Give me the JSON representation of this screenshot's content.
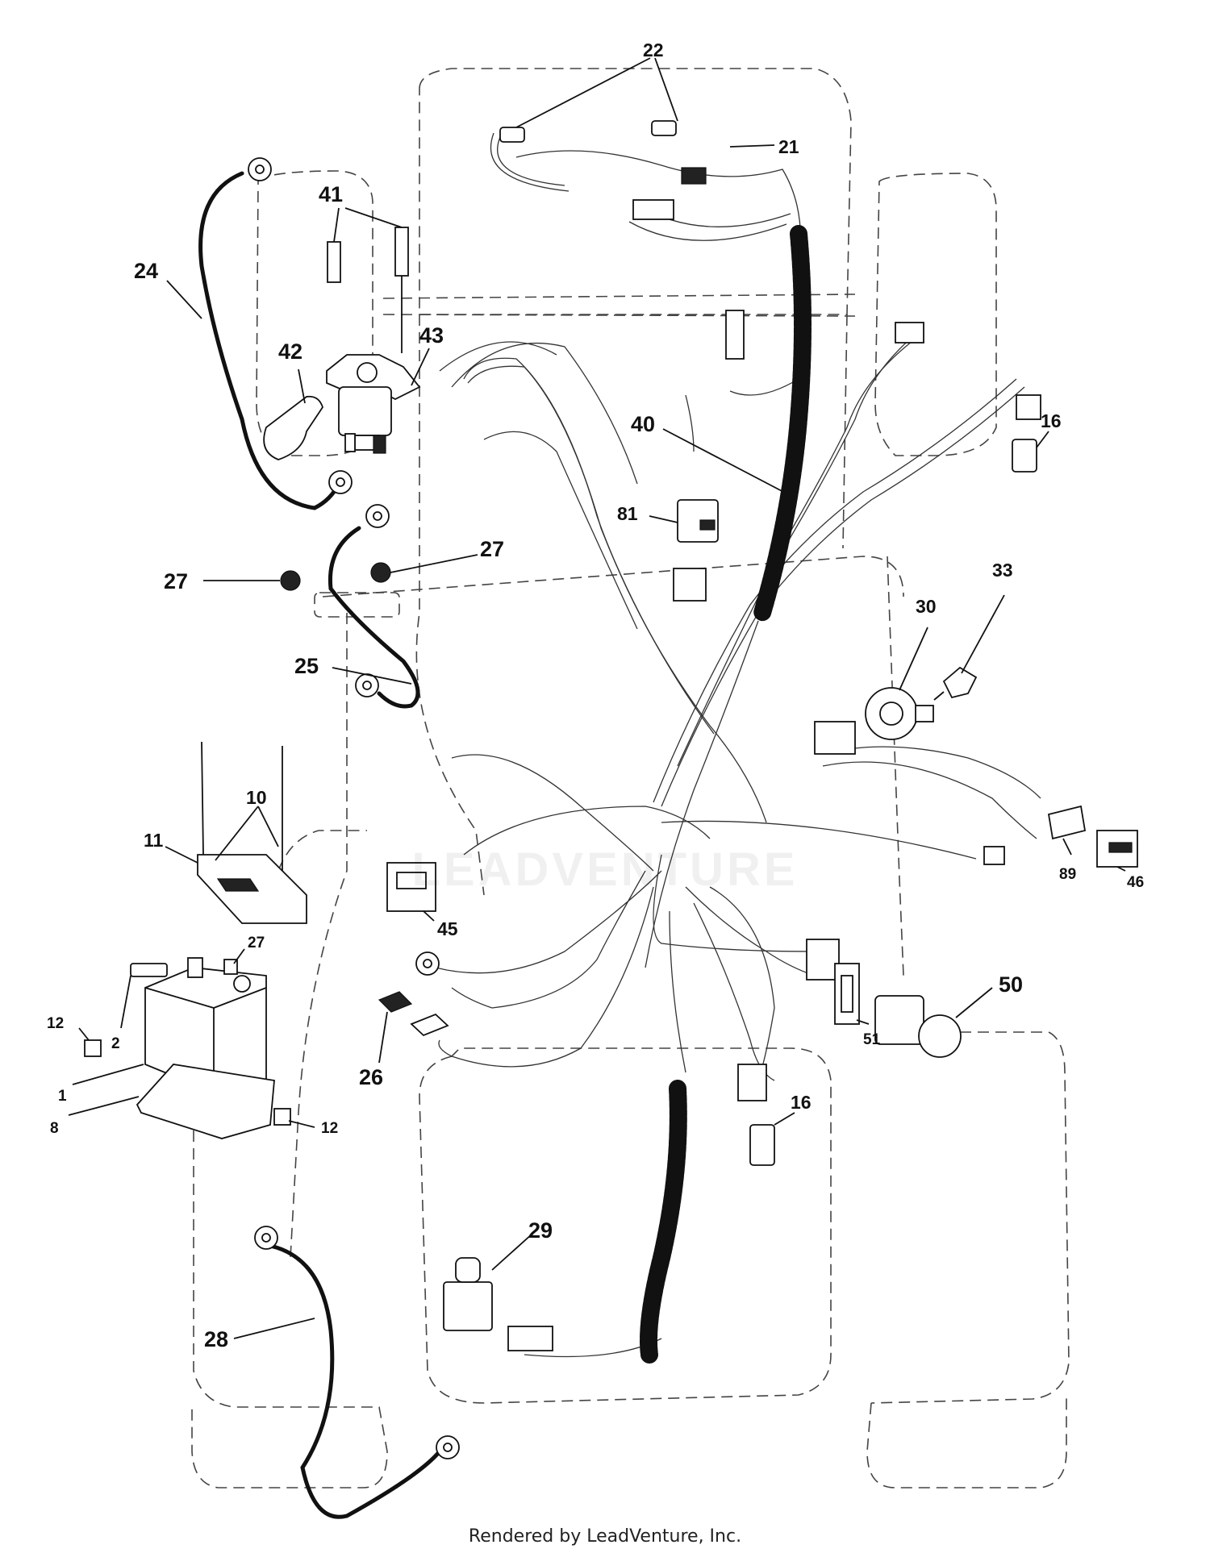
{
  "diagram": {
    "callouts": {
      "c22": "22",
      "c21": "21",
      "c41": "41",
      "c24": "24",
      "c43": "43",
      "c42": "42",
      "c16a": "16",
      "c40": "40",
      "c81": "81",
      "c27a": "27",
      "c27b": "27",
      "c33": "33",
      "c30": "30",
      "c25": "25",
      "c10": "10",
      "c11": "11",
      "c89": "89",
      "c46": "46",
      "c45": "45",
      "c27c": "27",
      "c50": "50",
      "c12a": "12",
      "c2": "2",
      "c51": "51",
      "c1": "1",
      "c26": "26",
      "c8": "8",
      "c12b": "12",
      "c16b": "16",
      "c29": "29",
      "c28": "28"
    }
  },
  "watermark": "LEADVENTURE",
  "footer": {
    "credit": "Rendered by LeadVenture, Inc."
  }
}
